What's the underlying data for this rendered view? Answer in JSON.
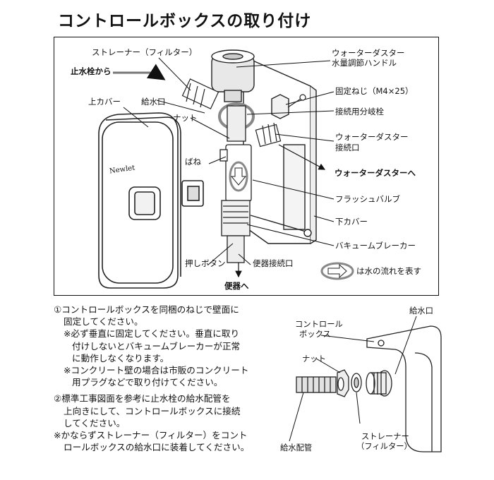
{
  "title": "コントロールボックスの取り付け",
  "main_diagram": {
    "labels": {
      "strainer": "ストレーナー（フィルター）",
      "from_stop_valve": "止水栓から",
      "upper_cover": "上カバー",
      "supply_port": "給水口",
      "nut": "ナット",
      "spring": "ばね",
      "push_button": "押しボタン",
      "to_toilet": "便器へ",
      "toilet_connection": "便器接続口",
      "brand": "Newlet",
      "waterduster_handle_1": "ウォーターダスター",
      "waterduster_handle_2": "水量調節ハンドル",
      "fixing_screw": "固定ねじ（M4×25）",
      "branch_plug": "接続用分岐栓",
      "waterduster_port_1": "ウォーターダスター",
      "waterduster_port_2": "接続口",
      "to_waterduster": "ウォーターダスターへ",
      "flush_valve": "フラッシュバルブ",
      "lower_cover": "下カバー",
      "vacuum_breaker": "バキュームブレーカー",
      "flow_legend": "は水の流れを表す"
    }
  },
  "instructions": [
    "①コントロールボックスを同梱のねじで壁面に",
    "固定してください。",
    "※必ず垂直に固定してください。垂直に取り",
    "付けしないとバキュームブレーカーが正常",
    "に動作しなくなります。",
    "※コンクリート壁の場合は市販のコンクリート",
    "用プラグなどで取り付けてください。",
    "②標準工事図面を参考に止水栓の給水配管を",
    "上向きにして、コントロールボックスに接続",
    "してください。",
    "※かならずストレーナー（フィルター）をコント",
    "ロールボックスの給水口に装着してください。"
  ],
  "sub_diagram": {
    "labels": {
      "supply_port": "給水口",
      "control_box_1": "コントロール",
      "control_box_2": "ボックス",
      "nut": "ナット",
      "supply_pipe": "給水配管",
      "strainer_1": "ストレーナー",
      "strainer_2": "（フィルター）"
    }
  }
}
